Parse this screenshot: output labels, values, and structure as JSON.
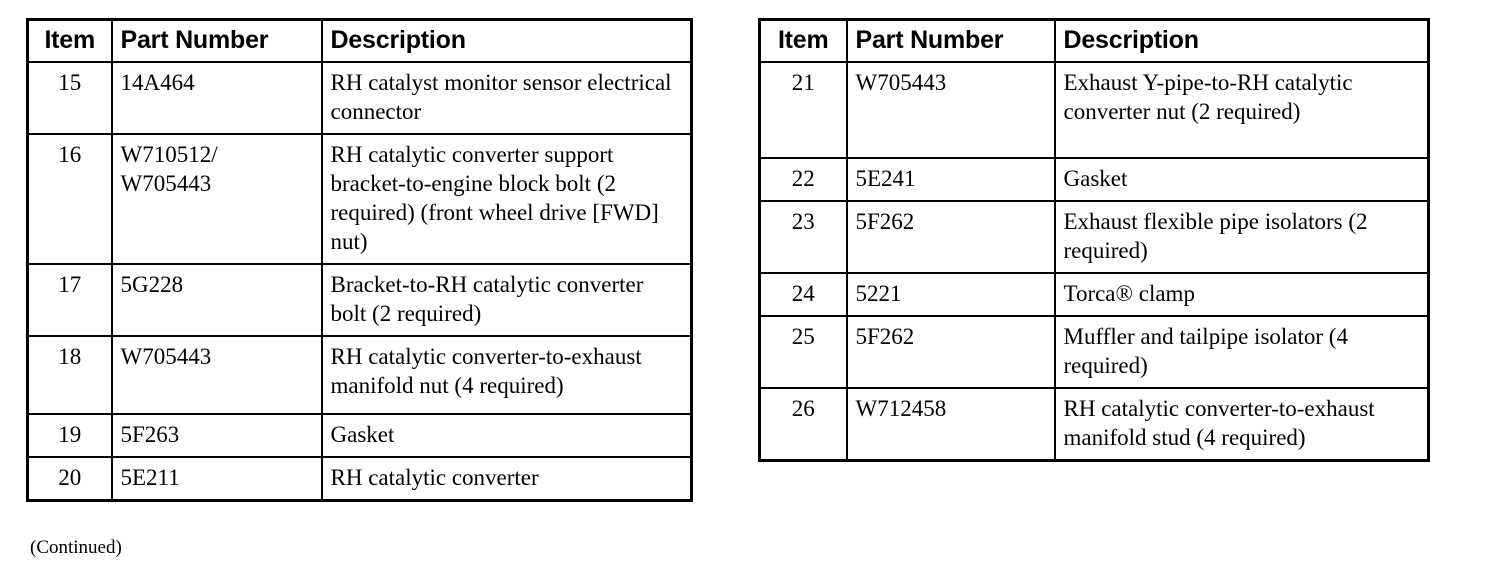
{
  "page": {
    "background_color": "#ffffff",
    "text_color": "#000000",
    "border_color": "#000000",
    "continued_note": "(Continued)"
  },
  "tables": [
    {
      "id": "table-left",
      "headers": {
        "item": "Item",
        "part_number": "Part Number",
        "description": "Description"
      },
      "rows": [
        {
          "item": "15",
          "part_number": "14A464",
          "description": "RH catalyst monitor sensor electrical connector"
        },
        {
          "item": "16",
          "part_number": "W710512/\nW705443",
          "description": "RH catalytic converter support bracket-to-engine block bolt (2 required) (front wheel drive [FWD] nut)"
        },
        {
          "item": "17",
          "part_number": "5G228",
          "description": "Bracket-to-RH catalytic converter bolt (2 required)"
        },
        {
          "item": "18",
          "part_number": "W705443",
          "description": "RH catalytic converter-to-exhaust manifold nut (4 required)"
        },
        {
          "item": "19",
          "part_number": "5F263",
          "description": "Gasket"
        },
        {
          "item": "20",
          "part_number": "5E211",
          "description": "RH catalytic converter"
        }
      ]
    },
    {
      "id": "table-right",
      "headers": {
        "item": "Item",
        "part_number": "Part Number",
        "description": "Description"
      },
      "rows": [
        {
          "item": "21",
          "part_number": "W705443",
          "description": "Exhaust Y-pipe-to-RH catalytic converter nut (2 required)"
        },
        {
          "item": "22",
          "part_number": "5E241",
          "description": "Gasket"
        },
        {
          "item": "23",
          "part_number": "5F262",
          "description": "Exhaust flexible pipe isolators (2 required)"
        },
        {
          "item": "24",
          "part_number": "5221",
          "description": "Torca® clamp"
        },
        {
          "item": "25",
          "part_number": "5F262",
          "description": "Muffler and tailpipe isolator (4 required)"
        },
        {
          "item": "26",
          "part_number": "W712458",
          "description": "RH catalytic converter-to-exhaust manifold stud (4 required)"
        }
      ]
    }
  ]
}
